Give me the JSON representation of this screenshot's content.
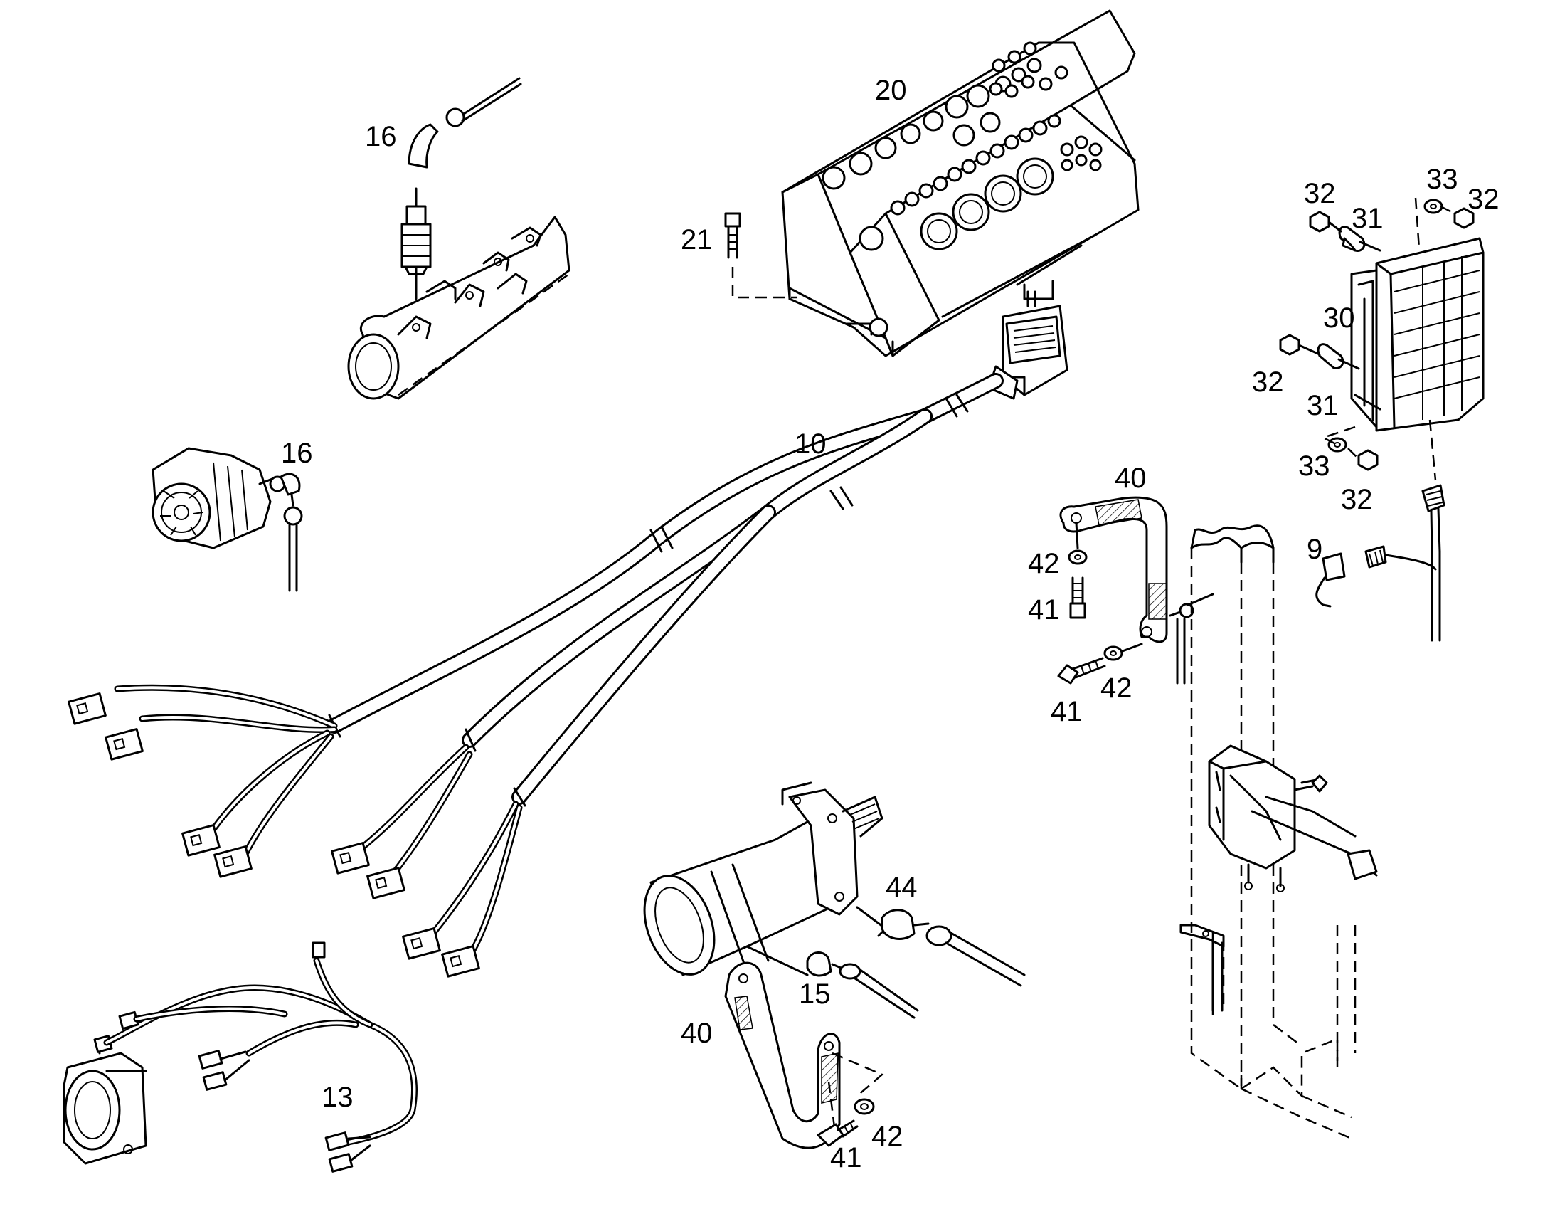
{
  "callouts": {
    "c9": "9",
    "c10": "10",
    "c13": "13",
    "c15": "15",
    "c16a": "16",
    "c16b": "16",
    "c20": "20",
    "c21": "21",
    "c30": "30",
    "c31a": "31",
    "c31b": "31",
    "c32a": "32",
    "c32b": "32",
    "c32c": "32",
    "c32d": "32",
    "c33a": "33",
    "c33b": "33",
    "c40a": "40",
    "c40b": "40",
    "c41a": "41",
    "c41b": "41",
    "c41c": "41",
    "c42a": "42",
    "c42b": "42",
    "c42c": "42",
    "c44": "44"
  }
}
